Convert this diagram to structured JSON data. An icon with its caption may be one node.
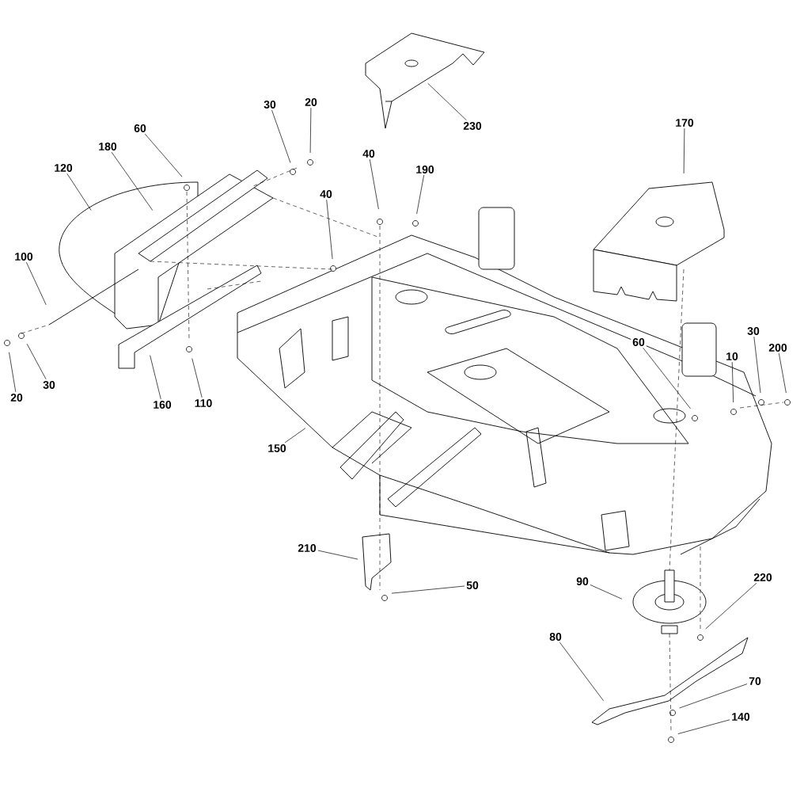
{
  "diagram": {
    "nodes": [
      {
        "text": [
          "20"
        ]
      },
      {
        "text": [
          "30"
        ]
      },
      {
        "text": [
          "170"
        ]
      },
      {
        "text": [
          "230"
        ]
      },
      {
        "text": [
          "60"
        ]
      },
      {
        "text": [
          "180"
        ]
      },
      {
        "text": [
          "40"
        ]
      },
      {
        "text": [
          "120"
        ]
      },
      {
        "text": [
          "190"
        ]
      },
      {
        "text": [
          "40"
        ]
      },
      {
        "text": [
          "100"
        ]
      },
      {
        "text": [
          "30"
        ]
      },
      {
        "text": [
          "60"
        ]
      },
      {
        "text": [
          "200"
        ]
      },
      {
        "text": [
          "10"
        ]
      },
      {
        "text": [
          "30"
        ]
      },
      {
        "text": [
          "20"
        ]
      },
      {
        "text": [
          "110"
        ]
      },
      {
        "text": [
          "160"
        ]
      },
      {
        "text": [
          "150"
        ]
      },
      {
        "text": [
          "210"
        ]
      },
      {
        "text": [
          "220"
        ]
      },
      {
        "text": [
          "90"
        ]
      },
      {
        "text": [
          "50"
        ]
      },
      {
        "text": [
          "80"
        ]
      },
      {
        "text": [
          "70"
        ]
      },
      {
        "text": [
          "140"
        ]
      }
    ],
    "edges": [
      {
        "from": 0,
        "to": null,
        "arrow": "none"
      },
      {
        "from": 1,
        "to": null,
        "arrow": "none"
      },
      {
        "from": 2,
        "to": null,
        "arrow": "none"
      },
      {
        "from": 3,
        "to": null,
        "arrow": "none"
      },
      {
        "from": 4,
        "to": null,
        "arrow": "none"
      },
      {
        "from": 5,
        "to": null,
        "arrow": "none"
      },
      {
        "from": 6,
        "to": null,
        "arrow": "none"
      },
      {
        "from": 7,
        "to": null,
        "arrow": "none"
      },
      {
        "from": 8,
        "to": null,
        "arrow": "none"
      },
      {
        "from": 9,
        "to": null,
        "arrow": "none"
      },
      {
        "from": 10,
        "to": null,
        "arrow": "none"
      },
      {
        "from": 11,
        "to": null,
        "arrow": "none"
      },
      {
        "from": 12,
        "to": null,
        "arrow": "none"
      },
      {
        "from": 13,
        "to": null,
        "arrow": "none"
      },
      {
        "from": 14,
        "to": null,
        "arrow": "none"
      },
      {
        "from": 15,
        "to": null,
        "arrow": "none"
      },
      {
        "from": 16,
        "to": null,
        "arrow": "none"
      },
      {
        "from": 17,
        "to": null,
        "arrow": "none"
      },
      {
        "from": 18,
        "to": null,
        "arrow": "none"
      },
      {
        "from": 19,
        "to": null,
        "arrow": "none"
      },
      {
        "from": 20,
        "to": null,
        "arrow": "none"
      },
      {
        "from": 21,
        "to": null,
        "arrow": "none"
      },
      {
        "from": 22,
        "to": null,
        "arrow": "none"
      },
      {
        "from": 23,
        "to": null,
        "arrow": "none"
      },
      {
        "from": 24,
        "to": null,
        "arrow": "none"
      },
      {
        "from": 25,
        "to": null,
        "arrow": "none"
      },
      {
        "from": 26,
        "to": null,
        "arrow": "none"
      }
    ]
  }
}
